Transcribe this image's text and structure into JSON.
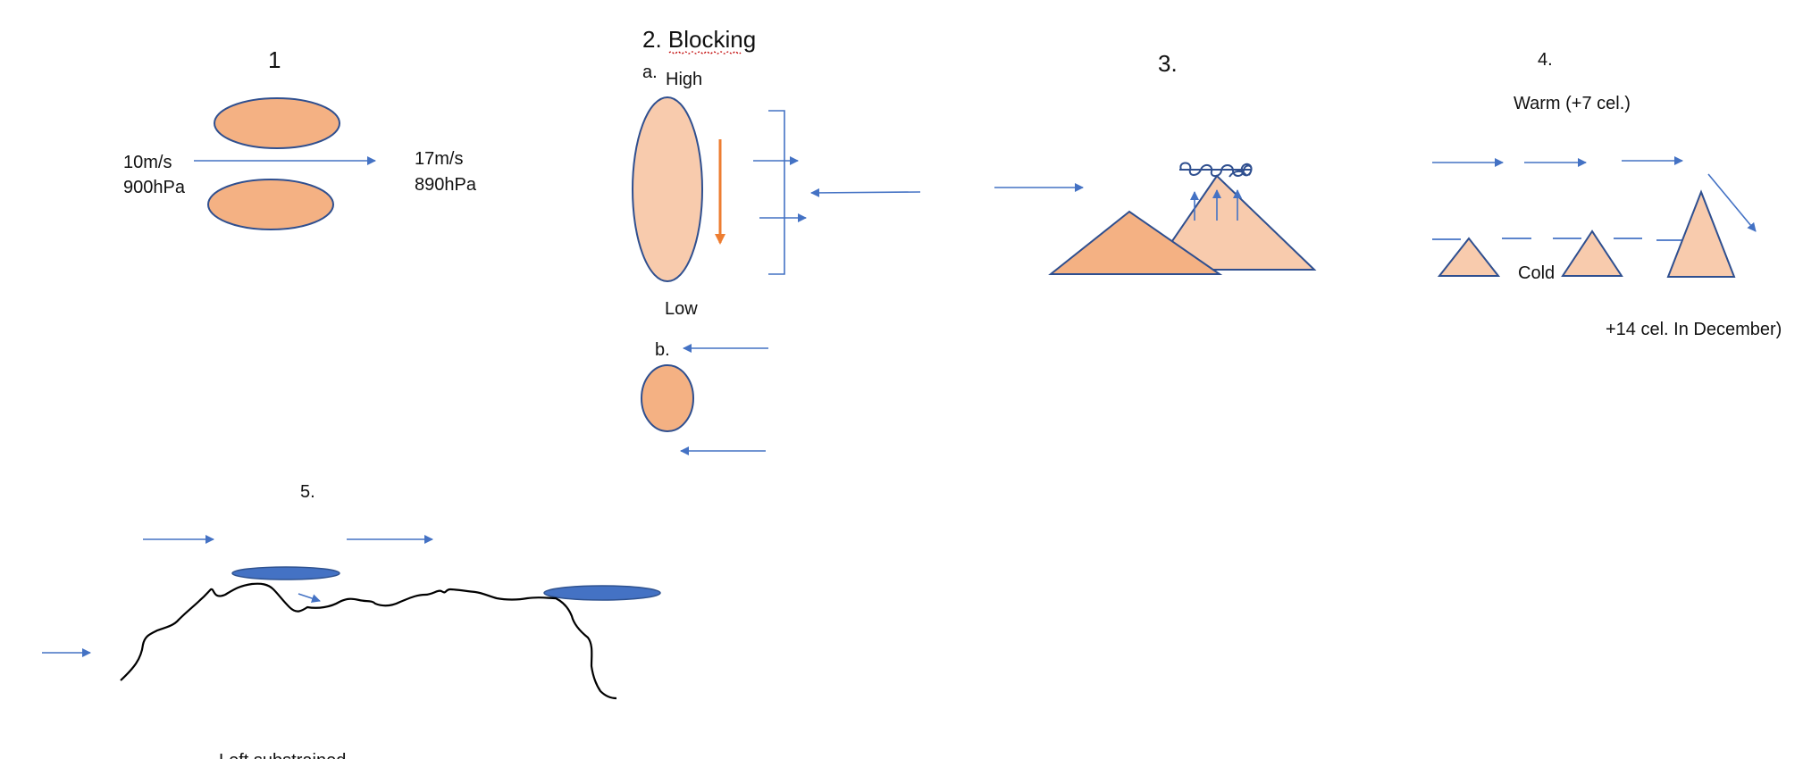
{
  "panel1": {
    "number": "1",
    "left_speed": "10m/s",
    "left_pressure": "900hPa",
    "right_speed": "17m/s",
    "right_pressure": "890hPa"
  },
  "panel2": {
    "title": "2. Blocking",
    "part_a": "a.",
    "high": "High",
    "low": "Low",
    "part_b": "b."
  },
  "panel3": {
    "number": "3."
  },
  "panel4": {
    "number": "4.",
    "warm": "Warm (+7 cel.)",
    "cold": "Cold",
    "december": "+14 cel. In December)"
  },
  "panel5": {
    "number": "5.",
    "bottom_caption": "Left substrained"
  },
  "colors": {
    "arrow": "#4472c4",
    "downdraft_arrow": "#ed7d31",
    "shape_dark": "#f4b183",
    "shape_light": "#f8cbad",
    "outline": "#2f4f8f",
    "ridge": "#000000",
    "water": "#4472c4"
  }
}
